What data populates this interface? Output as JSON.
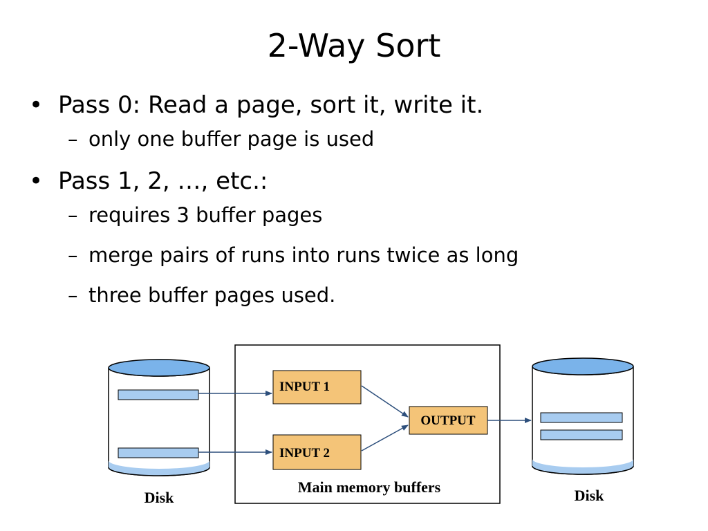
{
  "slide": {
    "title": "2-Way Sort"
  },
  "bullets": [
    {
      "text": "Pass 0: Read a page, sort it, write it.",
      "sub": [
        "only one buffer page is used"
      ]
    },
    {
      "text": "Pass 1, 2, …, etc.:",
      "sub": [
        "requires 3 buffer pages",
        "merge pairs of runs into runs twice as long",
        "three buffer pages used."
      ]
    }
  ],
  "bullet_marker": "•",
  "sub_marker": "–",
  "diagram": {
    "left_disk_label": "Disk",
    "right_disk_label": "Disk",
    "memory_label": "Main memory buffers",
    "input1_label": "INPUT 1",
    "input2_label": "INPUT 2",
    "output_label": "OUTPUT"
  },
  "colors": {
    "disk_fill": "#a8ccf0",
    "disk_top": "#7ab3ea",
    "page_fill": "#a8ccf0",
    "buffer_fill": "#f4c478",
    "arrow": "#2d4f7c"
  }
}
